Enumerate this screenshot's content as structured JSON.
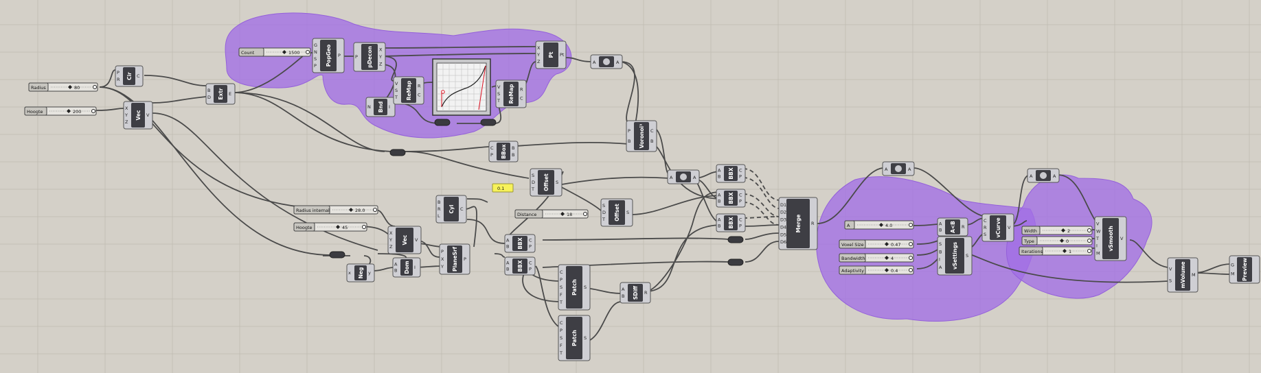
{
  "canvas": {
    "background": "#d4d0c8",
    "group_color": "#a26ee6",
    "wire_color": "#4a4a4a",
    "panel_color": "#f7f25a"
  },
  "sliders": {
    "count": {
      "label": "Count",
      "value": "1500"
    },
    "radius": {
      "label": "Radius",
      "value": "80"
    },
    "hoogte": {
      "label": "Hoogte",
      "value": "200"
    },
    "radius_internal": {
      "label": "Radius internal",
      "value": "28.0"
    },
    "hoogte2": {
      "label": "Hoogte",
      "value": "45"
    },
    "distance": {
      "label": "Distance",
      "value": "18"
    },
    "a_val": {
      "label": "A",
      "value": "4.0"
    },
    "voxel_size": {
      "label": "Voxel Size",
      "value": "0.47"
    },
    "bandwidth": {
      "label": "Bandwidth",
      "value": "4"
    },
    "adaptivity": {
      "label": "Adaptivity",
      "value": "0.4"
    },
    "width": {
      "label": "Width",
      "value": "2"
    },
    "type": {
      "label": "Type",
      "value": "0"
    },
    "iterations": {
      "label": "Iterations",
      "value": "1"
    }
  },
  "panel": {
    "text": "0.1"
  },
  "components": {
    "cir": {
      "name": "Cir",
      "inputs": [
        "P",
        "R"
      ],
      "outputs": [
        "C"
      ]
    },
    "vec": {
      "name": "Vec",
      "inputs": [
        "X",
        "Y",
        "Z"
      ],
      "outputs": [
        "V"
      ]
    },
    "extr": {
      "name": "Extr",
      "inputs": [
        "B",
        "D"
      ],
      "outputs": [
        "E"
      ]
    },
    "popgeo": {
      "name": "PopGeo",
      "inputs": [
        "G",
        "N",
        "S",
        "P"
      ],
      "outputs": [
        "P"
      ]
    },
    "pdecon": {
      "name": "pDecon",
      "inputs": [
        "P"
      ],
      "outputs": [
        "X",
        "Y",
        "Z"
      ]
    },
    "bnd": {
      "name": "Bnd",
      "inputs": [
        "N"
      ],
      "outputs": [
        "I"
      ]
    },
    "remap1": {
      "name": "ReMap",
      "inputs": [
        "V",
        "S",
        "T"
      ],
      "outputs": [
        "R",
        "C"
      ]
    },
    "remap2": {
      "name": "ReMap",
      "inputs": [
        "V",
        "S",
        "T"
      ],
      "outputs": [
        "R",
        "C"
      ]
    },
    "pt": {
      "name": "Pt",
      "inputs": [
        "X",
        "Y",
        "Z"
      ],
      "outputs": [
        "Pt"
      ]
    },
    "bbox": {
      "name": "BBox",
      "inputs": [
        "C",
        "P"
      ],
      "outputs": [
        "B",
        "B"
      ]
    },
    "voronoi": {
      "name": "Voronoi³",
      "inputs": [
        "P",
        "B"
      ],
      "outputs": [
        "C",
        "B"
      ]
    },
    "offset1": {
      "name": "Offset",
      "inputs": [
        "S",
        "D",
        "T"
      ],
      "outputs": [
        "S"
      ]
    },
    "offset2": {
      "name": "Offset",
      "inputs": [
        "S",
        "D",
        "T"
      ],
      "outputs": [
        "S"
      ]
    },
    "bbx1": {
      "name": "BBX",
      "inputs": [
        "A",
        "B"
      ],
      "outputs": [
        "C",
        "P"
      ]
    },
    "bbx2": {
      "name": "BBX",
      "inputs": [
        "A",
        "B"
      ],
      "outputs": [
        "C",
        "P"
      ]
    },
    "bbx3": {
      "name": "BBX",
      "inputs": [
        "A",
        "B"
      ],
      "outputs": [
        "C",
        "P"
      ]
    },
    "bbx4": {
      "name": "BBX",
      "inputs": [
        "A",
        "B"
      ],
      "outputs": [
        "C",
        "P"
      ]
    },
    "bbx5": {
      "name": "BBX",
      "inputs": [
        "A",
        "B"
      ],
      "outputs": [
        "C",
        "P"
      ]
    },
    "merge": {
      "name": "Merge",
      "inputs": [
        "D1",
        "D2",
        "D3",
        "D4",
        "D5",
        "D6"
      ],
      "outputs": [
        "R"
      ]
    },
    "cyl": {
      "name": "Cyl",
      "inputs": [
        "B",
        "R",
        "L"
      ],
      "outputs": [
        "C"
      ]
    },
    "vec2": {
      "name": "Vec",
      "inputs": [
        "X",
        "Y",
        "Z"
      ],
      "outputs": [
        "V"
      ]
    },
    "neg": {
      "name": "Neg",
      "inputs": [
        "x"
      ],
      "outputs": [
        "y"
      ]
    },
    "dom": {
      "name": "Dom",
      "inputs": [
        "A",
        "B"
      ],
      "outputs": [
        "I"
      ]
    },
    "planesrf": {
      "name": "PlaneSrf",
      "inputs": [
        "P",
        "X",
        "Y"
      ],
      "outputs": [
        "P"
      ]
    },
    "patch1": {
      "name": "Patch",
      "inputs": [
        "C",
        "P",
        "S",
        "F",
        "T"
      ],
      "outputs": [
        "S"
      ]
    },
    "patch2": {
      "name": "Patch",
      "inputs": [
        "C",
        "P",
        "S",
        "F",
        "T"
      ],
      "outputs": [
        "S"
      ]
    },
    "sdiff": {
      "name": "SDiff",
      "inputs": [
        "A",
        "B"
      ],
      "outputs": [
        "R"
      ]
    },
    "ab": {
      "name": "A<B",
      "inputs": [
        "A",
        "B"
      ],
      "outputs": [
        "R"
      ]
    },
    "vsettings": {
      "name": "vSettings",
      "inputs": [
        "S",
        "B",
        "I",
        "A"
      ],
      "outputs": [
        "S"
      ]
    },
    "vcurve": {
      "name": "vCurve",
      "inputs": [
        "C",
        "R",
        "S"
      ],
      "outputs": [
        "V"
      ]
    },
    "vsmooth": {
      "name": "vSmooth",
      "inputs": [
        "V",
        "W",
        "T",
        "I",
        "M"
      ],
      "outputs": [
        "V"
      ]
    },
    "mvolume": {
      "name": "mVolume",
      "inputs": [
        "V",
        "S"
      ],
      "outputs": [
        "M"
      ]
    },
    "preview": {
      "name": "Preview",
      "inputs": [
        "G",
        "M"
      ],
      "outputs": []
    },
    "aa1": {
      "inputs": [
        "A"
      ],
      "outputs": [
        "A"
      ]
    },
    "aa2": {
      "inputs": [
        "A"
      ],
      "outputs": [
        "A"
      ]
    },
    "aa3": {
      "inputs": [
        "A"
      ],
      "outputs": [
        "A"
      ]
    },
    "aa4": {
      "inputs": [
        "A"
      ],
      "outputs": [
        "A"
      ]
    }
  }
}
